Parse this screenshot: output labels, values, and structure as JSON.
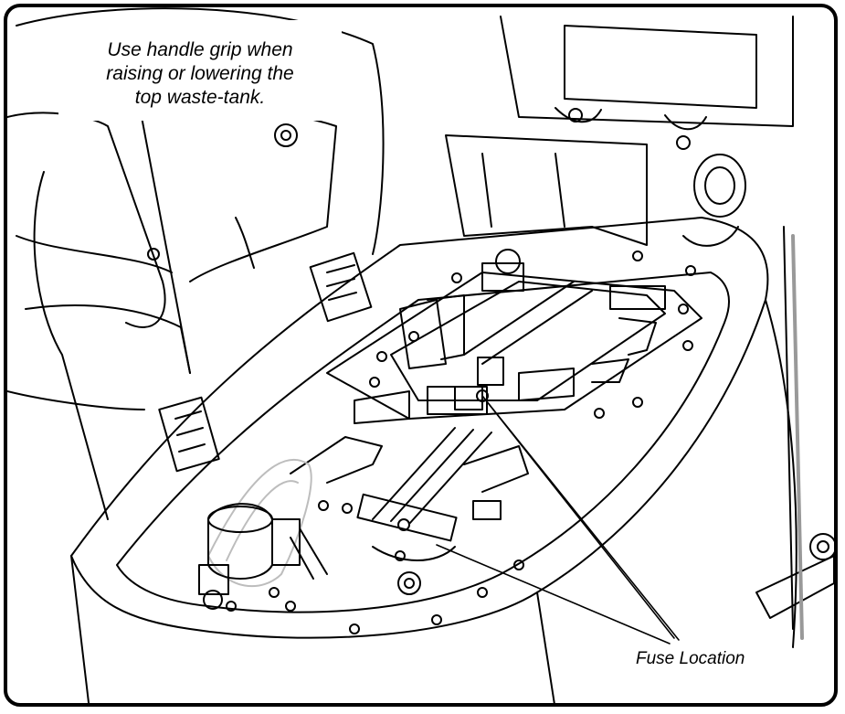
{
  "callouts": {
    "handle_grip": [
      "Use handle grip when",
      "raising or lowering the",
      "top waste-tank."
    ],
    "fuse_location": "Fuse Location"
  },
  "colors": {
    "line": "#000000",
    "background": "#ffffff",
    "ghost": "#bdbdbd"
  }
}
